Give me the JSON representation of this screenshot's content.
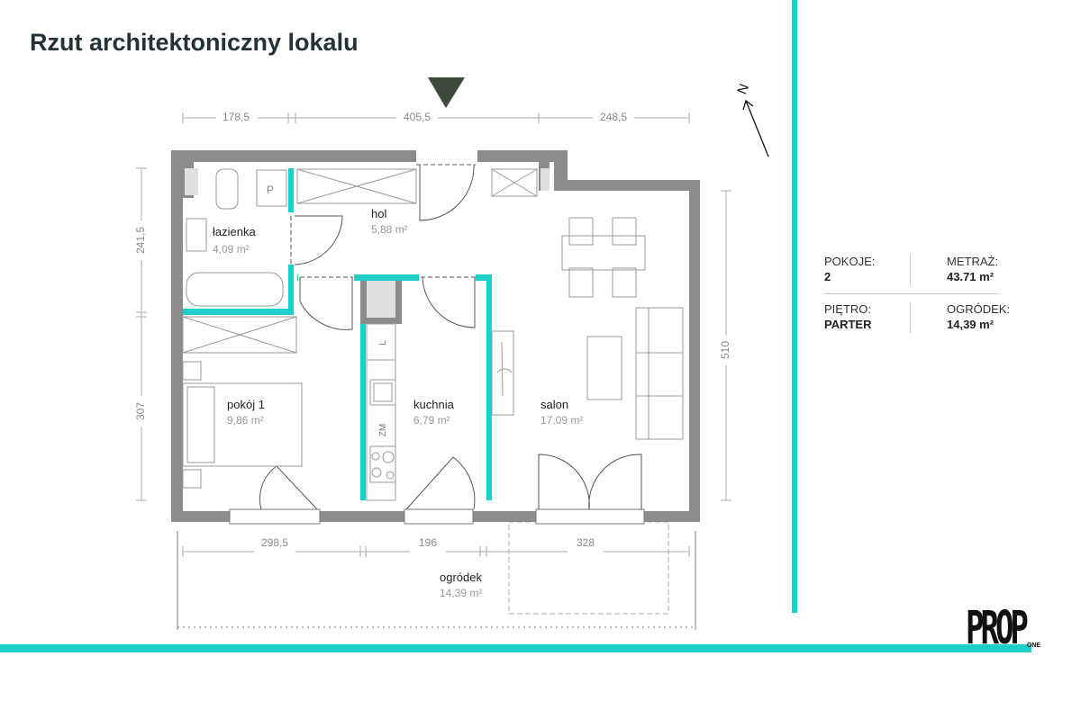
{
  "title": "Rzut architektoniczny lokalu",
  "colors": {
    "accent": "#1ecfc9",
    "wall": "#8c8c8c",
    "entrance_marker": "#3d4a3c",
    "text": "#243238"
  },
  "rooms": [
    {
      "name": "łazienka",
      "area": "4,09 m²"
    },
    {
      "name": "hol",
      "area": "5,88 m²"
    },
    {
      "name": "pokój 1",
      "area": "9,86 m²"
    },
    {
      "name": "kuchnia",
      "area": "6,79 m²"
    },
    {
      "name": "salon",
      "area": "17,09 m²"
    },
    {
      "name": "ogródek",
      "area": "14,39 m²"
    }
  ],
  "fixtures": {
    "pantry": "P",
    "fridge": "L",
    "dishwasher": "ZM"
  },
  "dimensions": {
    "top": [
      "178,5",
      "405,5",
      "248,5"
    ],
    "left": [
      "241,5",
      "307"
    ],
    "right": [
      "510"
    ],
    "bottom": [
      "298,5",
      "196",
      "328"
    ]
  },
  "compass": "N",
  "summary": {
    "rooms_label": "POKOJE:",
    "rooms_value": "2",
    "area_label": "METRAŻ:",
    "area_value": "43.71 m²",
    "floor_label": "PIĘTRO:",
    "floor_value": "PARTER",
    "garden_label": "OGRÓDEK:",
    "garden_value": "14,39 m²"
  },
  "logo": {
    "main": "PROP",
    "sub": "ONE"
  }
}
